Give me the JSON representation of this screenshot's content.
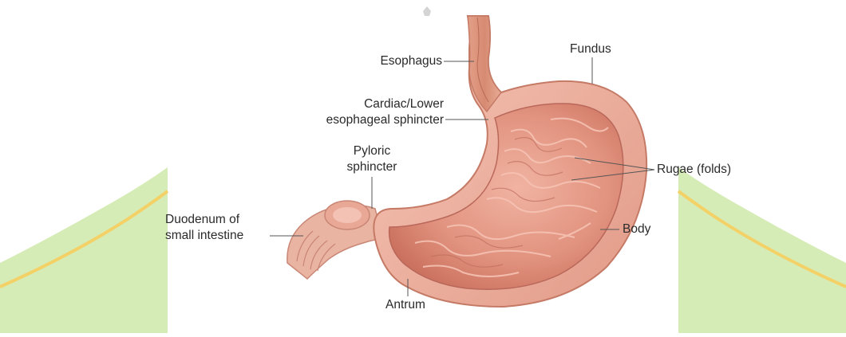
{
  "labels": {
    "esophagus": "Esophagus",
    "fundus": "Fundus",
    "cardiac_line1": "Cardiac/Lower",
    "cardiac_line2": "esophageal sphincter",
    "pyloric_line1": "Pyloric",
    "pyloric_line2": "sphincter",
    "rugae": "Rugae (folds)",
    "duodenum_line1": "Duodenum of",
    "duodenum_line2": "small intestine",
    "body": "Body",
    "antrum": "Antrum"
  },
  "colors": {
    "background_watermark": "#c8e6a0",
    "watermark_stroke": "#f2c200",
    "stomach_outer": "#e9a596",
    "stomach_inner": "#d9826f",
    "rugae": "#f2b3a3",
    "leader_line": "#555555",
    "label_text": "#2a2a2a"
  }
}
